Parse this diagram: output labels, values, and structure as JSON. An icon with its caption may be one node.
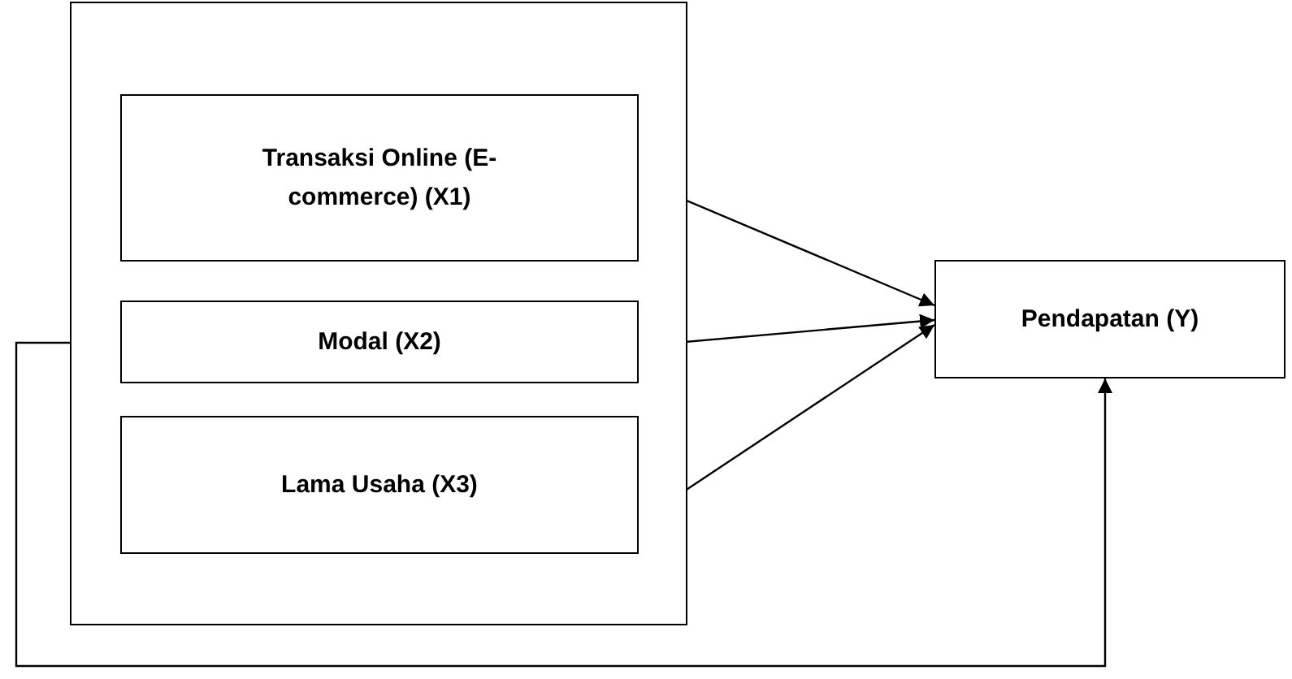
{
  "diagram": {
    "nodes": [
      {
        "text": [],
        "shape": "box"
      },
      {
        "text": [
          "Transaksi Online (E-commerce) (X1)"
        ],
        "in": 0
      },
      {
        "text": [
          "Modal (X2)"
        ],
        "in": 0
      },
      {
        "text": [
          "Lama Usaha (X3)"
        ],
        "in": 0
      },
      {
        "text": [
          "Pendapatan (Y)"
        ]
      }
    ],
    "edges": [
      {
        "from": 1,
        "to": 4,
        "arrow": "to"
      },
      {
        "from": 2,
        "to": 4,
        "arrow": "to"
      },
      {
        "from": 3,
        "to": 4,
        "arrow": "to"
      },
      {
        "from": 0,
        "to": 4,
        "arrow": "to"
      }
    ]
  }
}
